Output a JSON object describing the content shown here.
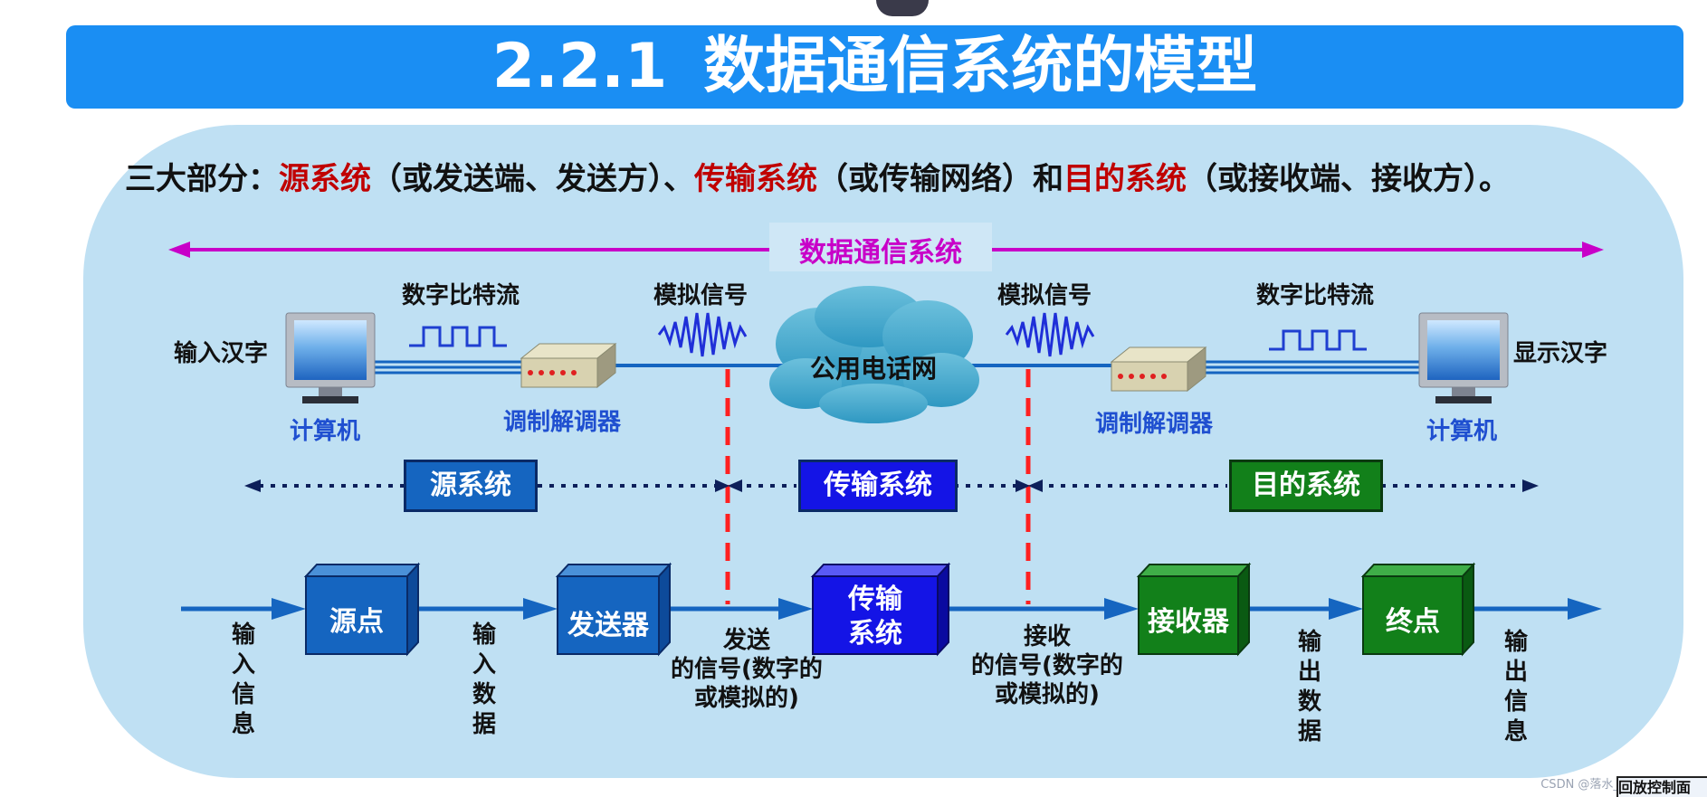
{
  "title": {
    "number": "2.2.1",
    "text": "数据通信系统的模型"
  },
  "headline": {
    "prefix": "三大部分：",
    "source_system": "源系统",
    "source_note": "（或发送端、发送方）、",
    "transmission_system": "传输系统",
    "transmission_note": "（或传输网络）和",
    "destination_system": "目的系统",
    "destination_note": "（或接收端、接收方）。"
  },
  "network_range": {
    "label": "数据通信系统"
  },
  "top_row": {
    "left_input": "输入汉字",
    "left_computer": "计算机",
    "left_bitstream": "数字比特流",
    "left_modem": "调制解调器",
    "left_analog": "模拟信号",
    "cloud": "公用电话网",
    "right_analog": "模拟信号",
    "right_modem": "调制解调器",
    "right_bitstream": "数字比特流",
    "right_computer": "计算机",
    "right_output": "显示汉字"
  },
  "systems": {
    "source": "源系统",
    "transmission": "传输系统",
    "destination": "目的系统"
  },
  "pipeline": {
    "source_point": "源点",
    "transmitter": "发送器",
    "transmission_line1": "传输",
    "transmission_line2": "系统",
    "receiver": "接收器",
    "sink": "终点"
  },
  "pipeline_labels": {
    "input_info": [
      "输",
      "入",
      "信",
      "息"
    ],
    "input_data": [
      "输",
      "入",
      "数",
      "据"
    ],
    "sent_signal": [
      "发送",
      "的信号(数字的",
      "或模拟的)"
    ],
    "received_signal": [
      "接收",
      "的信号(数字的",
      "或模拟的)"
    ],
    "output_data": [
      "输",
      "出",
      "数",
      "据"
    ],
    "output_info": [
      "输",
      "出",
      "信",
      "息"
    ]
  },
  "watermark": "CSDN @落水_zh",
  "corner_widget": "回放控制面",
  "colors": {
    "title_bar": "#1a8ef3",
    "panel": "#bfe0f3",
    "highlight_red": "#c00000",
    "magenta": "#c800c8",
    "source_box": "#1565c0",
    "transmission_box": "#1414e6",
    "destination_box": "#12801a",
    "divider_red": "#ff2020"
  }
}
